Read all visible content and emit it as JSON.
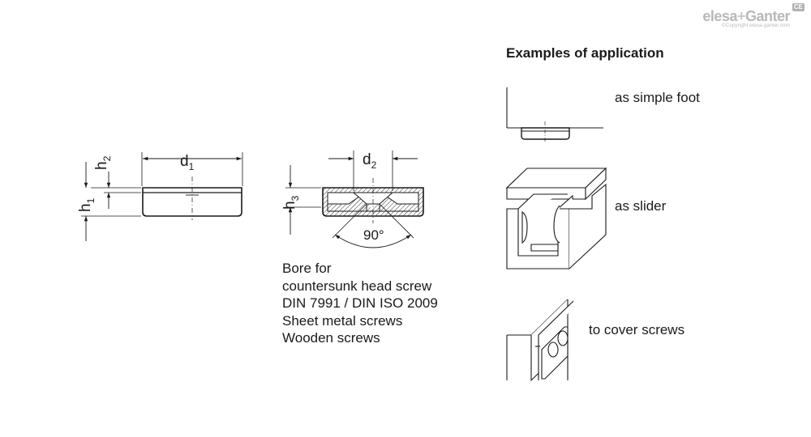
{
  "logo": {
    "brand": "elesa",
    "plus": "+",
    "brand2": "Ganter",
    "copyright": "©Copyright elesa-ganter.com",
    "mark": "CE"
  },
  "dimensions": {
    "h1": {
      "base": "h",
      "sub": "1"
    },
    "h2": {
      "base": "h",
      "sub": "2"
    },
    "h3": {
      "base": "h",
      "sub": "3"
    },
    "d1": {
      "base": "d",
      "sub": "1"
    },
    "d2": {
      "base": "d",
      "sub": "2"
    },
    "angle": "90°"
  },
  "bore_note": {
    "line1": "Bore for",
    "line2": "countersunk head screw",
    "line3": "DIN 7991 / DIN ISO 2009",
    "line4": "Sheet metal screws",
    "line5": "Wooden screws"
  },
  "examples": {
    "title": "Examples of application",
    "foot": "as simple foot",
    "slider": "as slider",
    "cover": "to cover screws"
  }
}
